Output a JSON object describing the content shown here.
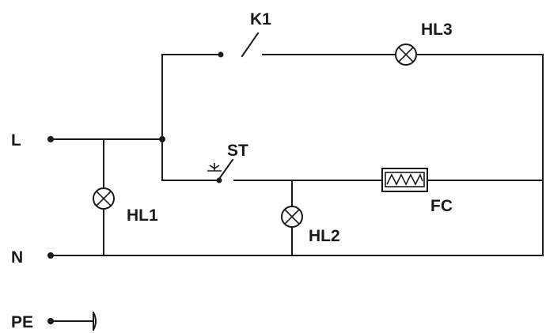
{
  "labels": {
    "line": "L",
    "neutral": "N",
    "earth": "PE",
    "switch": "K1",
    "thermostat": "ST",
    "lamp1": "HL1",
    "lamp2": "HL2",
    "lamp3": "HL3",
    "heater": "FC"
  },
  "colors": {
    "ink": "#1a1a1a",
    "background": "#ffffff"
  }
}
